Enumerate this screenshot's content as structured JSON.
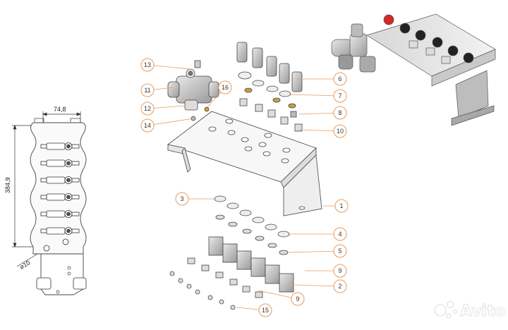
{
  "drawing": {
    "dimensions": {
      "width": "74,8",
      "height": "384,9",
      "hole": "⌀10"
    },
    "callouts": [
      {
        "label": "13",
        "color": "#e89a5a"
      },
      {
        "label": "11",
        "color": "#e89a5a"
      },
      {
        "label": "12",
        "color": "#e89a5a"
      },
      {
        "label": "14",
        "color": "#e89a5a"
      },
      {
        "label": "16",
        "color": "#e89a5a"
      },
      {
        "label": "6",
        "color": "#e89a5a"
      },
      {
        "label": "7",
        "color": "#e89a5a"
      },
      {
        "label": "8",
        "color": "#e89a5a"
      },
      {
        "label": "10",
        "color": "#e89a5a"
      },
      {
        "label": "3",
        "color": "#e89a5a"
      },
      {
        "label": "1",
        "color": "#e89a5a"
      },
      {
        "label": "4",
        "color": "#e89a5a"
      },
      {
        "label": "5",
        "color": "#e89a5a"
      },
      {
        "label": "9",
        "color": "#e89a5a"
      },
      {
        "label": "2",
        "color": "#e89a5a"
      },
      {
        "label": "9",
        "color": "#e89a5a"
      },
      {
        "label": "15",
        "color": "#e89a5a"
      }
    ]
  },
  "watermark": {
    "brand": "Avito",
    "icon": "avito-dots-icon"
  }
}
